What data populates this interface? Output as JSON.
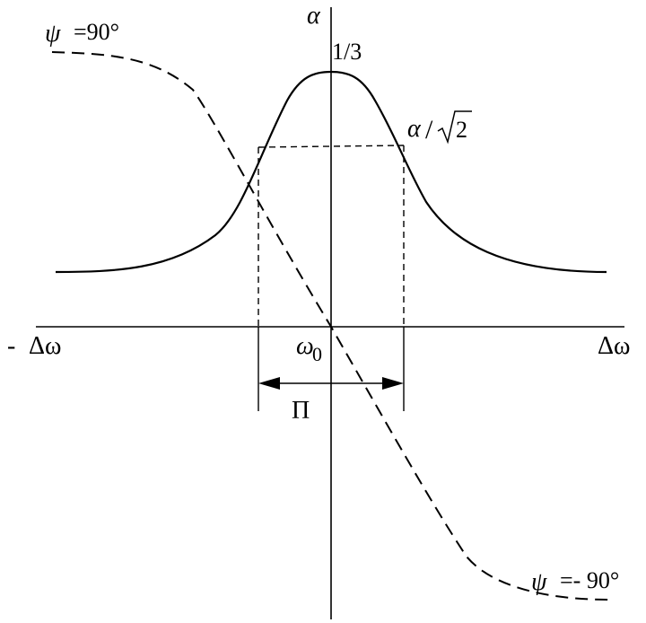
{
  "labels": {
    "alpha_axis": "α",
    "one_third": "1/3",
    "alpha_ratio_alpha": "α",
    "alpha_ratio_slash": "/",
    "alpha_ratio_sqrt_num": "2",
    "psi_top_psi": "ψ",
    "psi_top_value": "=90°",
    "psi_bottom_psi": "ψ",
    "psi_bottom_value": "=- 90°",
    "neg_delta_omega_minus": "-",
    "neg_delta_omega": "Δω",
    "pos_delta_omega": "Δω",
    "omega0_omega": "ω",
    "omega0_sub": "0",
    "bandwidth": "Π"
  },
  "colors": {
    "stroke": "#000000",
    "background": "#ffffff"
  },
  "curves": {
    "amplitude": "solid bell-shaped curve peaking at 1/3 at ω0",
    "phase": "dashed curve from ψ=90° to ψ=-90° crossing zero at ω0"
  }
}
